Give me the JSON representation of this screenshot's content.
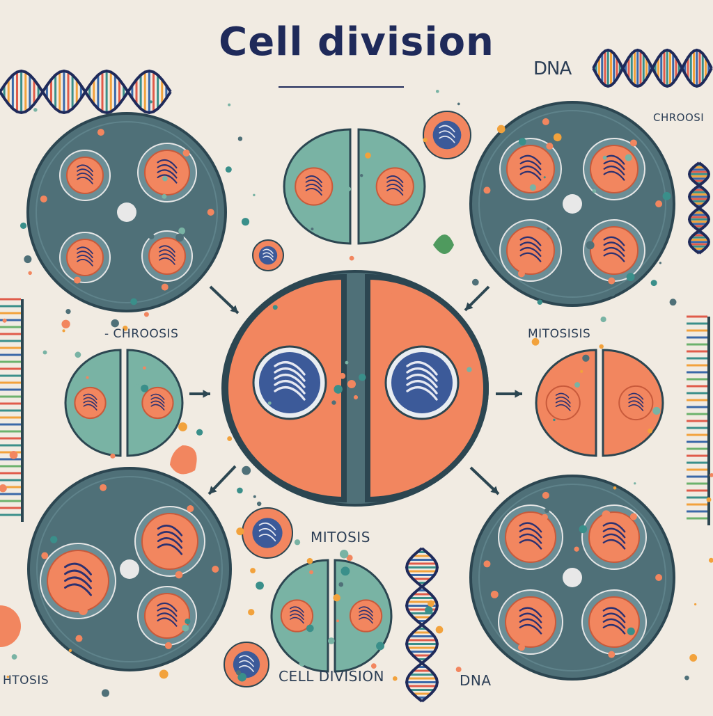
{
  "title": "Cell division",
  "labels": {
    "dna_top_right": "DNA",
    "chrom_top_right": "CHROOSI",
    "chrom_left": "- CHROOSIS",
    "mitosis_right": "MITOSISIS",
    "mitosis_center": "MITOSIS",
    "cell_division_bottom": "CELL DIVISION",
    "dna_bottom": "DNA",
    "mitosis_bottom_left": "HTOSIS"
  },
  "colors": {
    "background": "#f1ebe2",
    "title": "#1f2a5a",
    "cell_dark": "#4f7078",
    "cell_dark_edge": "#2c4651",
    "cell_light": "#79b3a4",
    "coral": "#f2865f",
    "coral_edge": "#c85a3b",
    "chromosome": "#2c3170",
    "nucleus": "#3c5a99",
    "label": "#2c3e55"
  },
  "icons": [
    "dna-helix-icon",
    "arrow-icon",
    "leaf-icon",
    "droplet-icon"
  ]
}
